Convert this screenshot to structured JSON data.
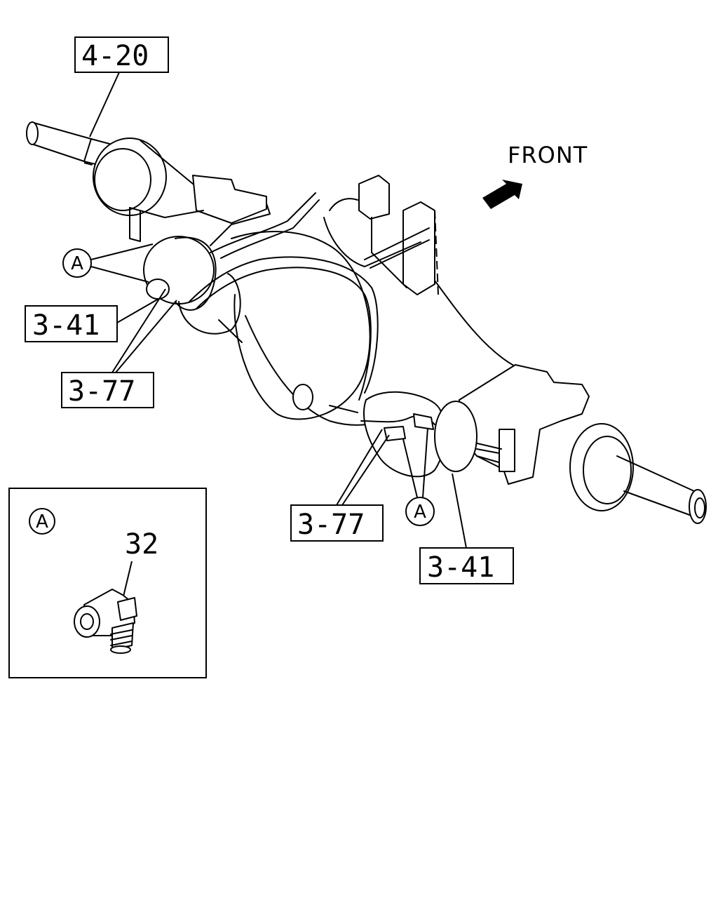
{
  "direction": {
    "label": "FRONT",
    "arrow_icon": "front-arrow-icon"
  },
  "callouts": {
    "axle_shaft_left": "4-20",
    "chamber_left": "3-41",
    "hose_left": "3-77",
    "hose_right": "3-77",
    "chamber_right": "3-41"
  },
  "markers": {
    "a_left": "A",
    "a_right": "A"
  },
  "detail_a": {
    "marker": "A",
    "part_number": "32"
  }
}
